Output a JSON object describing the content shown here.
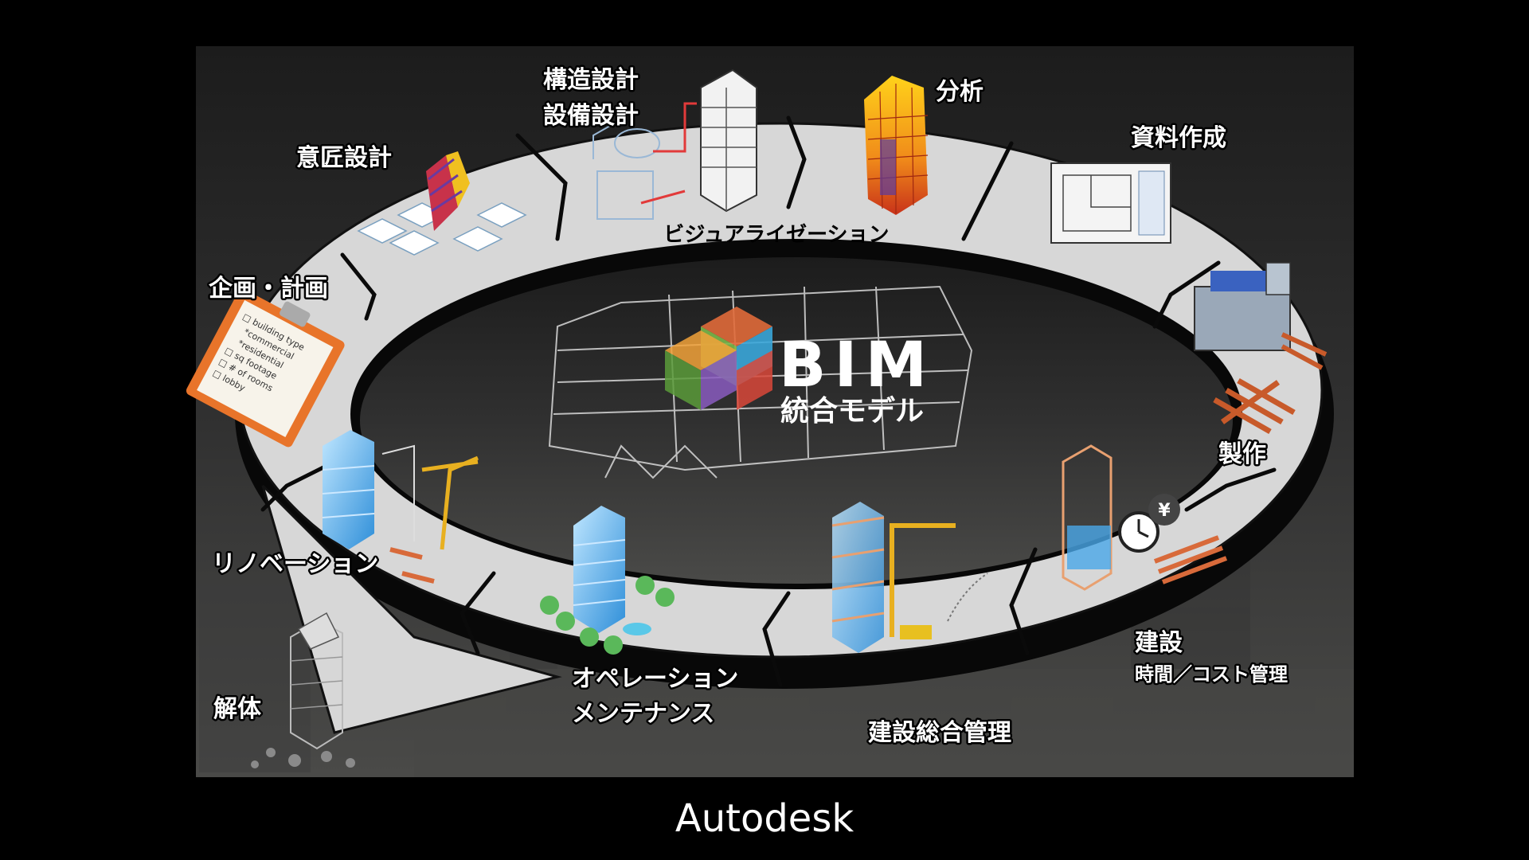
{
  "diagram": {
    "center": {
      "title": "BIM",
      "subtitle": "統合モデル"
    },
    "stages": [
      {
        "key": "planning",
        "label": "企画・計画"
      },
      {
        "key": "design",
        "label": "意匠設計"
      },
      {
        "key": "structure",
        "label": "構造設計"
      },
      {
        "key": "facility",
        "label": "設備設計"
      },
      {
        "key": "analysis",
        "label": "分析"
      },
      {
        "key": "documents",
        "label": "資料作成"
      },
      {
        "key": "fabrication",
        "label": "製作"
      },
      {
        "key": "construction",
        "label": "建設"
      },
      {
        "key": "time_cost",
        "label": "時間／コスト管理"
      },
      {
        "key": "construction_mgmt",
        "label": "建設総合管理"
      },
      {
        "key": "operation",
        "label": "オペレーション"
      },
      {
        "key": "maintenance",
        "label": "メンテナンス"
      },
      {
        "key": "renovation",
        "label": "リノベーション"
      },
      {
        "key": "demolition",
        "label": "解体"
      }
    ],
    "ring_text": "ビジュアライゼーション",
    "clipboard_lines": [
      "□ building type",
      "*commercial",
      "*residential",
      "□ sq footage",
      "□ # of rooms",
      "□ lobby"
    ]
  },
  "caption": "Autodesk",
  "colors": {
    "background": "#000000",
    "panel": "#2b2b2b",
    "ring": "#d7d7d7",
    "ring_shadow": "#0a0a0a",
    "text": "#ffffff",
    "accent_orange": "#e8742a"
  },
  "icons": {
    "center": "bim-cube-icon",
    "planning": "clipboard-icon",
    "design": "massing-model-icon",
    "structure": "tower-blueprint-icon",
    "analysis": "heatmap-building-icon",
    "documents": "floor-plan-icon",
    "fabrication": "factory-press-icon",
    "construction": "clock-yen-icon",
    "construction_mgmt": "crane-site-icon",
    "operation": "glass-tower-icon",
    "renovation": "crane-renovation-icon",
    "demolition": "demolished-building-icon"
  }
}
